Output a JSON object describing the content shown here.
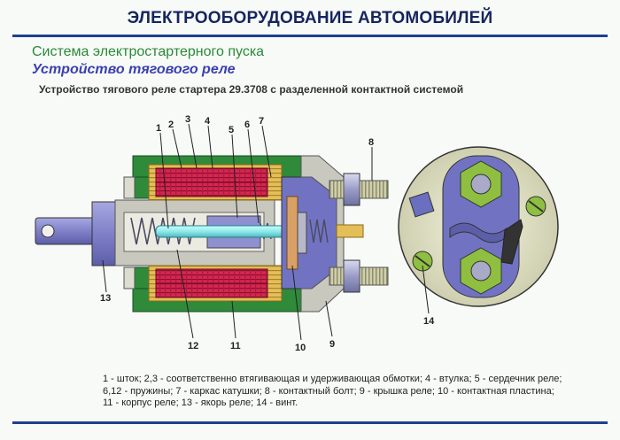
{
  "header": {
    "title": "ЭЛЕКТРООБОРУДОВАНИЕ АВТОМОБИЛЕЙ",
    "section": "Система электростартерного пуска",
    "subtitle": "Устройство тягового реле",
    "caption": "Устройство тягового реле стартера 29.3708 с разделенной контактной системой"
  },
  "callouts": [
    "1",
    "2",
    "3",
    "4",
    "5",
    "6",
    "7",
    "8",
    "9",
    "10",
    "11",
    "12",
    "13",
    "14"
  ],
  "legend": {
    "lines": [
      "1 - шток; 2,3 - соответственно втягивающая и удерживающая обмотки; 4 - втулка; 5 - сердечник реле;",
      "6,12 - пружины; 7 - каркас катушки; 8 - контактный болт; 9 - крышка реле; 10 - контактная пластина;",
      "11 - корпус реле; 13 - якорь реле; 14 - винт."
    ]
  },
  "colors": {
    "title": "#16255f",
    "rule": "#1f3f8f",
    "section": "#2a8a3a",
    "subtitle": "#3b3fb0",
    "housing_green": "#2f8a3a",
    "winding_red": "#cf1f4a",
    "winding_gold": "#e0b84a",
    "armature": "#7f80c8",
    "core": "#8f90d0",
    "rod": "#8fe8e8",
    "bolt": "#a8aac8",
    "contact_bg": "#e6e6c8",
    "screw": "#8fbf40"
  }
}
